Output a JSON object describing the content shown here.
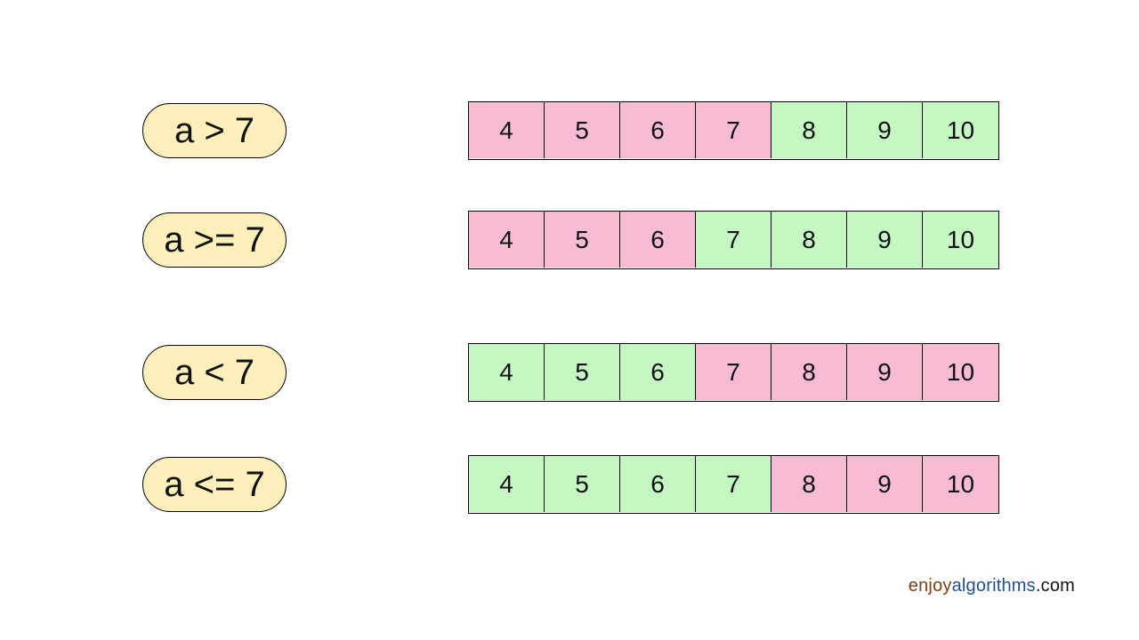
{
  "rows": [
    {
      "condition": "a > 7",
      "cells": [
        {
          "value": "4",
          "state": "false"
        },
        {
          "value": "5",
          "state": "false"
        },
        {
          "value": "6",
          "state": "false"
        },
        {
          "value": "7",
          "state": "false"
        },
        {
          "value": "8",
          "state": "true"
        },
        {
          "value": "9",
          "state": "true"
        },
        {
          "value": "10",
          "state": "true"
        }
      ]
    },
    {
      "condition": "a >= 7",
      "cells": [
        {
          "value": "4",
          "state": "false"
        },
        {
          "value": "5",
          "state": "false"
        },
        {
          "value": "6",
          "state": "false"
        },
        {
          "value": "7",
          "state": "true"
        },
        {
          "value": "8",
          "state": "true"
        },
        {
          "value": "9",
          "state": "true"
        },
        {
          "value": "10",
          "state": "true"
        }
      ]
    },
    {
      "condition": "a < 7",
      "cells": [
        {
          "value": "4",
          "state": "true"
        },
        {
          "value": "5",
          "state": "true"
        },
        {
          "value": "6",
          "state": "true"
        },
        {
          "value": "7",
          "state": "false"
        },
        {
          "value": "8",
          "state": "false"
        },
        {
          "value": "9",
          "state": "false"
        },
        {
          "value": "10",
          "state": "false"
        }
      ]
    },
    {
      "condition": "a <= 7",
      "cells": [
        {
          "value": "4",
          "state": "true"
        },
        {
          "value": "5",
          "state": "true"
        },
        {
          "value": "6",
          "state": "true"
        },
        {
          "value": "7",
          "state": "true"
        },
        {
          "value": "8",
          "state": "false"
        },
        {
          "value": "9",
          "state": "false"
        },
        {
          "value": "10",
          "state": "false"
        }
      ]
    }
  ],
  "colors": {
    "pill_fill": "#fdf0bb",
    "true_cell": "#c4f7c1",
    "false_cell": "#f7bbd3",
    "brand_enjoy": "#7a3e12",
    "brand_algorithms": "#1f4f8f",
    "brand_com": "#111111"
  },
  "brand": {
    "enjoy": "enjoy",
    "algorithms": "algorithms",
    "com": ".com"
  }
}
